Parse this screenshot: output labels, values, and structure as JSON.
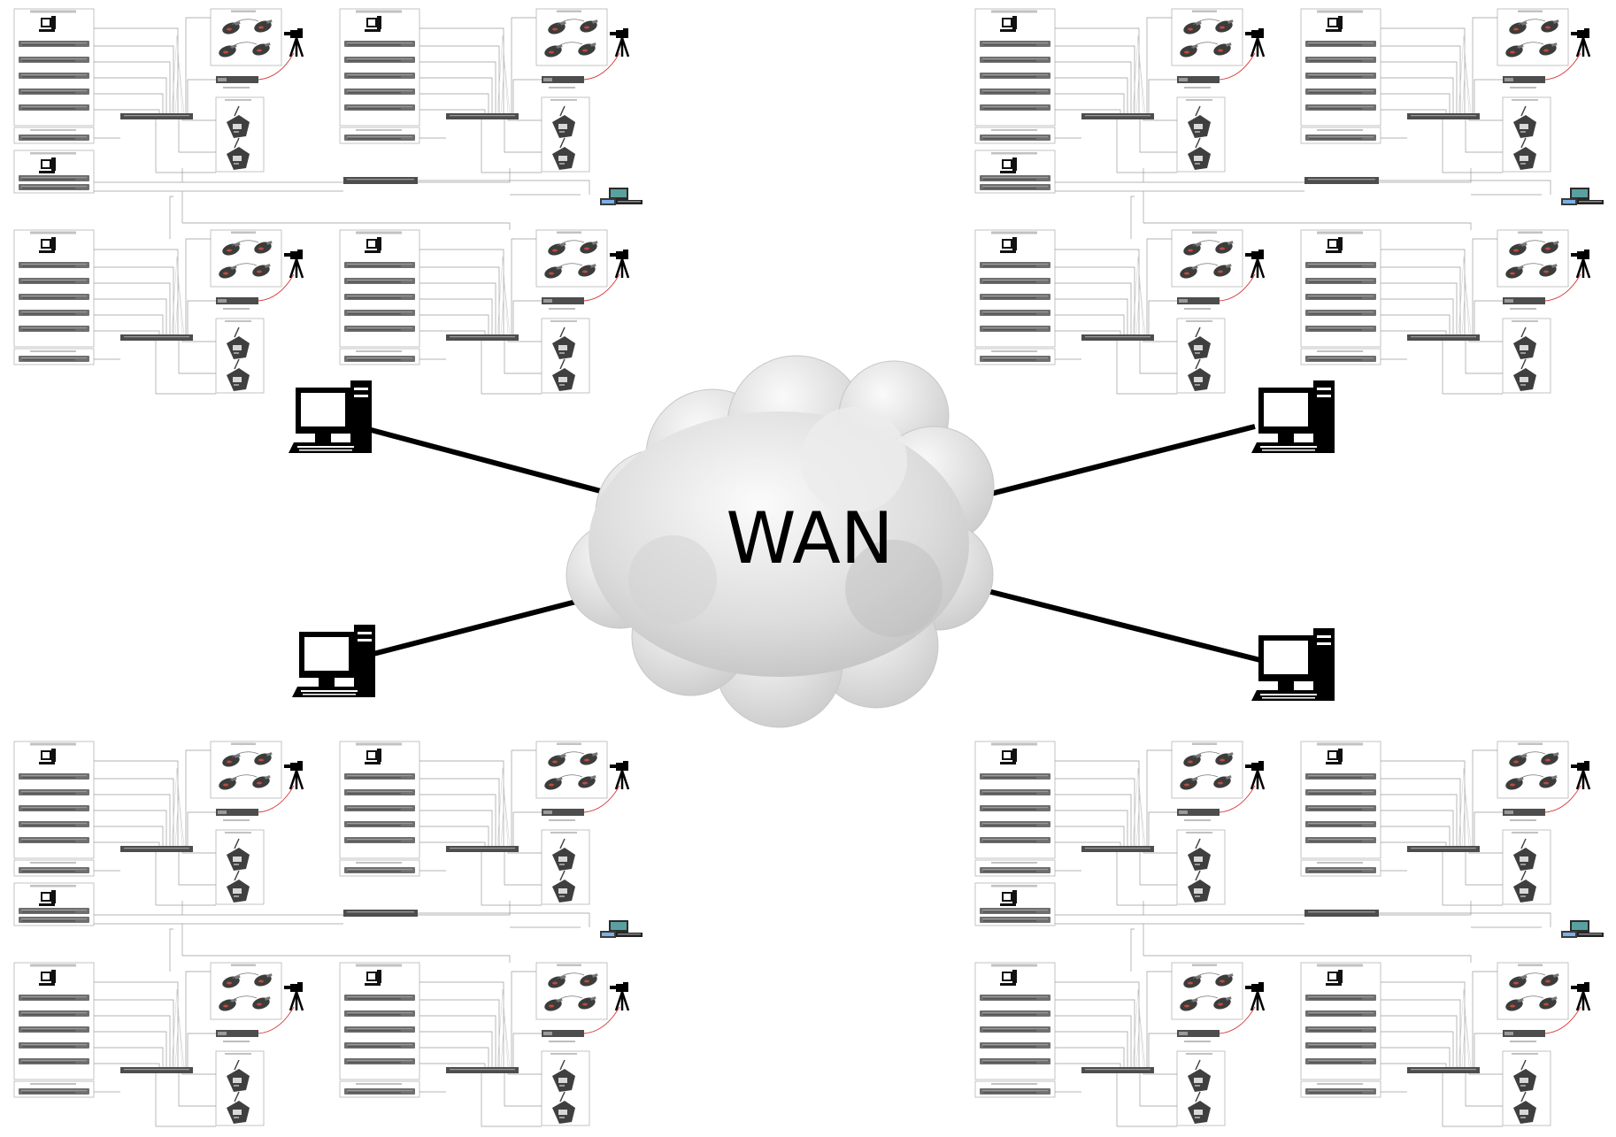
{
  "wan_label": "WAN",
  "colors": {
    "cloud_light": "#f2f2f2",
    "cloud_dark": "#b9b9b9",
    "link": "#000000",
    "rack": "#6f6f6f",
    "red_cable": "#d63a3a",
    "computer": "#000000"
  },
  "icons": {
    "wan": "cloud-icon",
    "site_terminal": "computer-icon",
    "mic": "microphone-icon",
    "camera": "camera-tripod-icon",
    "monitor": "monitor-icon",
    "console": "control-console-icon"
  },
  "sites": [
    {
      "id": "site-top-left"
    },
    {
      "id": "site-top-right"
    },
    {
      "id": "site-bottom-left"
    },
    {
      "id": "site-bottom-right"
    }
  ]
}
